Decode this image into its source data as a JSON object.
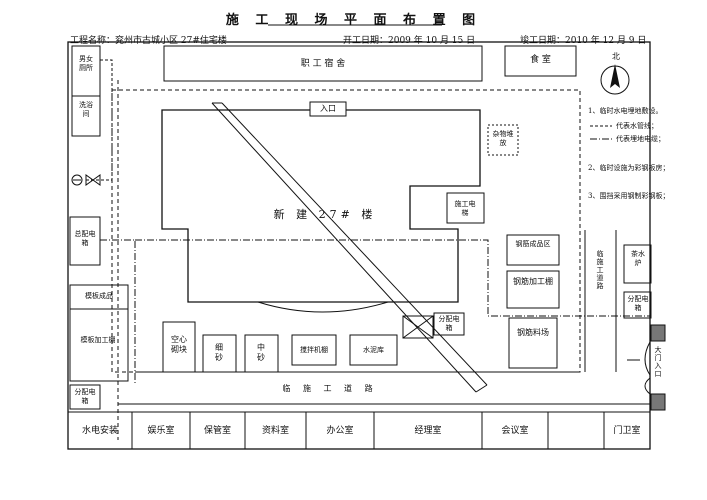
{
  "title": "施 工 现 场 平 面 布 置 图",
  "header": {
    "project": "工程名称：兖州市古城小区 27#住宅楼",
    "start_date": "开工日期：2009 年 10 月 15 日",
    "end_date": "竣工日期：2010 年 12 月 9 日"
  },
  "buildings": {
    "dorm": "职 工 宿 舍",
    "canteen": "食 室",
    "north": "北",
    "toilet": "男女厕所",
    "washroom": "洗浴间",
    "entrance": "入口",
    "debris": "杂物堆放",
    "hoist": "施工电梯",
    "new_building": "新 建 27# 楼",
    "main_box": "总配电箱",
    "formwork_yard": "模板成品",
    "formwork_shed": "模板加工棚",
    "sub_box_left": "分配电箱",
    "hollow_block": "空心砌块",
    "sand_fine": "细砂",
    "sand_medium": "中砂",
    "mixer_shed": "搅拌机棚",
    "cement_store": "水泥库",
    "sub_box_center": "分配电箱",
    "rebar_finished": "钢筋成品区",
    "rebar_shed": "钢筋加工棚",
    "rebar_yard": "钢筋料场",
    "tea_boiler": "茶水炉",
    "sub_box_right": "分配电箱",
    "road_side": "临施工道路",
    "road_main": "临 施 工 道 路",
    "gate_exit": "大门入口"
  },
  "bottom_rooms": [
    "水电安装",
    "娱乐室",
    "保管室",
    "资料室",
    "办公室",
    "经理室",
    "会议室",
    "门卫室"
  ],
  "legend": {
    "item1": "1、临时水电埋地敷设。",
    "water": "代表水管线；",
    "power": "代表埋地电缆；",
    "item2": "2、临时设施为彩钢板房；",
    "item3": "3、围挡采用钢制彩钢板；"
  }
}
